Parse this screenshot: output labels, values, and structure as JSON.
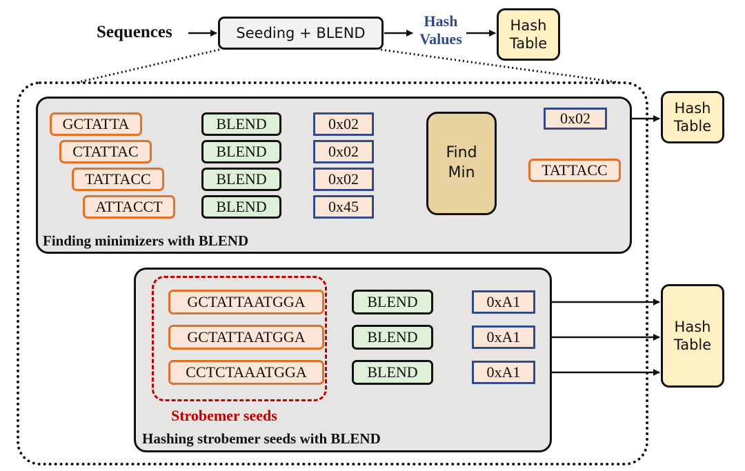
{
  "header": {
    "sequences_label": "Sequences",
    "seeding_label": "Seeding + BLEND",
    "hash_values_line1": "Hash",
    "hash_values_line2": "Values",
    "hash_table_line1": "Hash",
    "hash_table_line2": "Table"
  },
  "minimizers": {
    "title": "Finding minimizers with BLEND",
    "rows": [
      {
        "kmer": "GCTATTA",
        "blend": "BLEND",
        "hash": "0x02"
      },
      {
        "kmer": "CTATTAC",
        "blend": "BLEND",
        "hash": "0x02"
      },
      {
        "kmer": "TATTACC",
        "blend": "BLEND",
        "hash": "0x02"
      },
      {
        "kmer": "ATTACCT",
        "blend": "BLEND",
        "hash": "0x45"
      }
    ],
    "find_min_line1": "Find",
    "find_min_line2": "Min",
    "result_hash": "0x02",
    "result_kmer": "TATTACC",
    "hash_table_line1": "Hash",
    "hash_table_line2": "Table"
  },
  "strobemers": {
    "title": "Hashing strobemer seeds with BLEND",
    "seeds_label": "Strobemer seeds",
    "rows": [
      {
        "seed": "GCTATTAATGGA",
        "blend": "BLEND",
        "hash": "0xA1"
      },
      {
        "seed": "GCTATTAATGGA",
        "blend": "BLEND",
        "hash": "0xA1"
      },
      {
        "seed": "CCTCTAAATGGA",
        "blend": "BLEND",
        "hash": "0xA1"
      }
    ],
    "hash_table_line1": "Hash",
    "hash_table_line2": "Table"
  },
  "colors": {
    "seq_border": "#e0712a",
    "hash_border": "#2f4b8a",
    "hash_values_text": "#2f4b8a",
    "strobemer_seeds_text": "#c00000",
    "blend_fill": "#dff0d8",
    "table_fill": "#fdf0c2",
    "find_min_fill": "#e9d3a0",
    "panel_fill": "#e6e5e3"
  }
}
